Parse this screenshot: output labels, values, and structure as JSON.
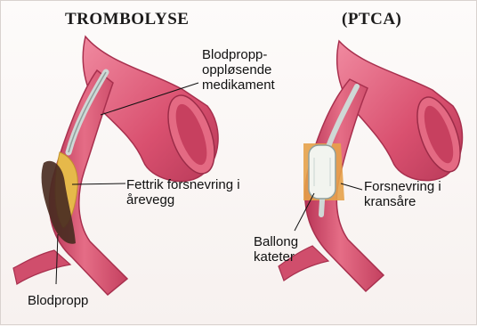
{
  "panels": {
    "left": {
      "title": "TROMBOLYSE",
      "labels": {
        "drug": "Blodpropp-\noppløsende\nmedikament",
        "plaque": "Fettrik forsnevring i\nårevegg",
        "clot": "Blodpropp"
      }
    },
    "right": {
      "title": "(PTCA)",
      "labels": {
        "narrowing": "Forsnevring i\nkransåre",
        "balloon": "Ballong\nkateter"
      }
    }
  },
  "colors": {
    "vessel": "#d9506f",
    "vessel_light": "#ef8fa4",
    "vessel_dark": "#a8304e",
    "plaque": "#e6b94a",
    "clot": "#4a2c22",
    "catheter": "#cfd8d6",
    "balloon": "#f2f4ef"
  }
}
